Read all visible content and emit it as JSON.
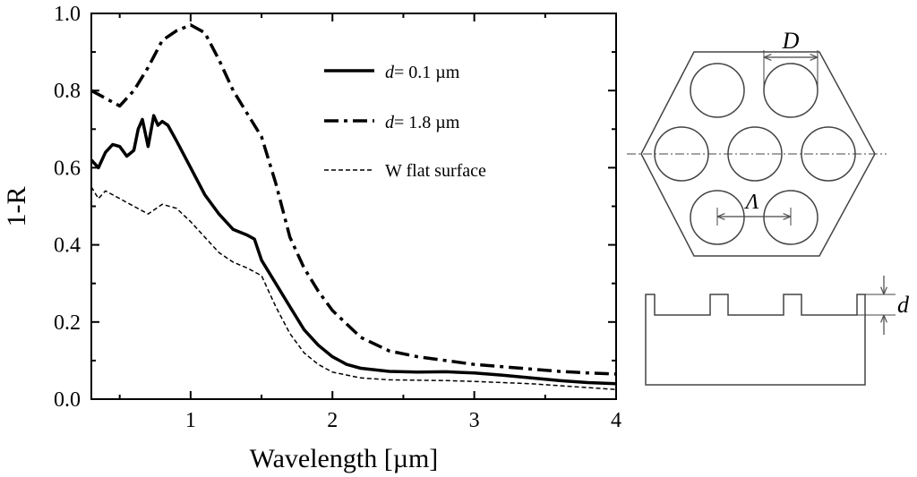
{
  "chart_data": {
    "type": "line",
    "xlabel": "Wavelength [µm]",
    "ylabel": "1-R",
    "xlim": [
      0.3,
      4.0
    ],
    "ylim": [
      0.0,
      1.0
    ],
    "x_ticks": [
      "1",
      "2",
      "3",
      "4"
    ],
    "y_ticks": [
      "0.0",
      "0.2",
      "0.4",
      "0.6",
      "0.8",
      "1.0"
    ],
    "grid": false,
    "legend_position": "top-right",
    "series": [
      {
        "name": "d= 0.1 µm",
        "legend_italic": "d",
        "legend_rest": "= 0.1 µm",
        "style": "solid",
        "points": [
          [
            0.3,
            0.62
          ],
          [
            0.35,
            0.6
          ],
          [
            0.4,
            0.64
          ],
          [
            0.45,
            0.66
          ],
          [
            0.5,
            0.655
          ],
          [
            0.55,
            0.63
          ],
          [
            0.6,
            0.645
          ],
          [
            0.63,
            0.7
          ],
          [
            0.66,
            0.725
          ],
          [
            0.7,
            0.655
          ],
          [
            0.74,
            0.735
          ],
          [
            0.77,
            0.71
          ],
          [
            0.8,
            0.72
          ],
          [
            0.84,
            0.71
          ],
          [
            0.9,
            0.67
          ],
          [
            1.0,
            0.6
          ],
          [
            1.1,
            0.53
          ],
          [
            1.2,
            0.48
          ],
          [
            1.3,
            0.44
          ],
          [
            1.4,
            0.425
          ],
          [
            1.45,
            0.415
          ],
          [
            1.5,
            0.36
          ],
          [
            1.6,
            0.3
          ],
          [
            1.7,
            0.24
          ],
          [
            1.8,
            0.18
          ],
          [
            1.9,
            0.14
          ],
          [
            2.0,
            0.11
          ],
          [
            2.1,
            0.09
          ],
          [
            2.2,
            0.08
          ],
          [
            2.4,
            0.072
          ],
          [
            2.6,
            0.07
          ],
          [
            2.8,
            0.071
          ],
          [
            3.0,
            0.068
          ],
          [
            3.2,
            0.062
          ],
          [
            3.4,
            0.055
          ],
          [
            3.6,
            0.048
          ],
          [
            3.8,
            0.043
          ],
          [
            4.0,
            0.04
          ]
        ]
      },
      {
        "name": "d= 1.8 µm",
        "legend_italic": "d",
        "legend_rest": "= 1.8 µm",
        "style": "dashdot",
        "points": [
          [
            0.3,
            0.8
          ],
          [
            0.4,
            0.78
          ],
          [
            0.5,
            0.76
          ],
          [
            0.6,
            0.8
          ],
          [
            0.7,
            0.86
          ],
          [
            0.8,
            0.93
          ],
          [
            0.9,
            0.955
          ],
          [
            1.0,
            0.97
          ],
          [
            1.1,
            0.95
          ],
          [
            1.2,
            0.88
          ],
          [
            1.3,
            0.8
          ],
          [
            1.4,
            0.74
          ],
          [
            1.5,
            0.68
          ],
          [
            1.6,
            0.56
          ],
          [
            1.7,
            0.42
          ],
          [
            1.8,
            0.34
          ],
          [
            1.9,
            0.28
          ],
          [
            2.0,
            0.23
          ],
          [
            2.2,
            0.16
          ],
          [
            2.4,
            0.125
          ],
          [
            2.6,
            0.11
          ],
          [
            2.8,
            0.1
          ],
          [
            3.0,
            0.09
          ],
          [
            3.2,
            0.084
          ],
          [
            3.4,
            0.078
          ],
          [
            3.6,
            0.072
          ],
          [
            3.8,
            0.068
          ],
          [
            4.0,
            0.065
          ]
        ]
      },
      {
        "name": "W flat surface",
        "style": "dashed",
        "points": [
          [
            0.3,
            0.55
          ],
          [
            0.35,
            0.52
          ],
          [
            0.4,
            0.54
          ],
          [
            0.5,
            0.52
          ],
          [
            0.6,
            0.5
          ],
          [
            0.7,
            0.48
          ],
          [
            0.8,
            0.505
          ],
          [
            0.9,
            0.495
          ],
          [
            1.0,
            0.46
          ],
          [
            1.1,
            0.42
          ],
          [
            1.2,
            0.38
          ],
          [
            1.3,
            0.355
          ],
          [
            1.4,
            0.34
          ],
          [
            1.5,
            0.32
          ],
          [
            1.6,
            0.24
          ],
          [
            1.7,
            0.17
          ],
          [
            1.8,
            0.12
          ],
          [
            1.9,
            0.09
          ],
          [
            2.0,
            0.07
          ],
          [
            2.2,
            0.055
          ],
          [
            2.4,
            0.05
          ],
          [
            2.8,
            0.048
          ],
          [
            3.0,
            0.046
          ],
          [
            3.4,
            0.04
          ],
          [
            3.8,
            0.03
          ],
          [
            4.0,
            0.025
          ]
        ]
      }
    ]
  },
  "diagram": {
    "top_view_diameter_label": "D",
    "top_view_period_label": "Λ",
    "side_view_depth_label": "d"
  }
}
